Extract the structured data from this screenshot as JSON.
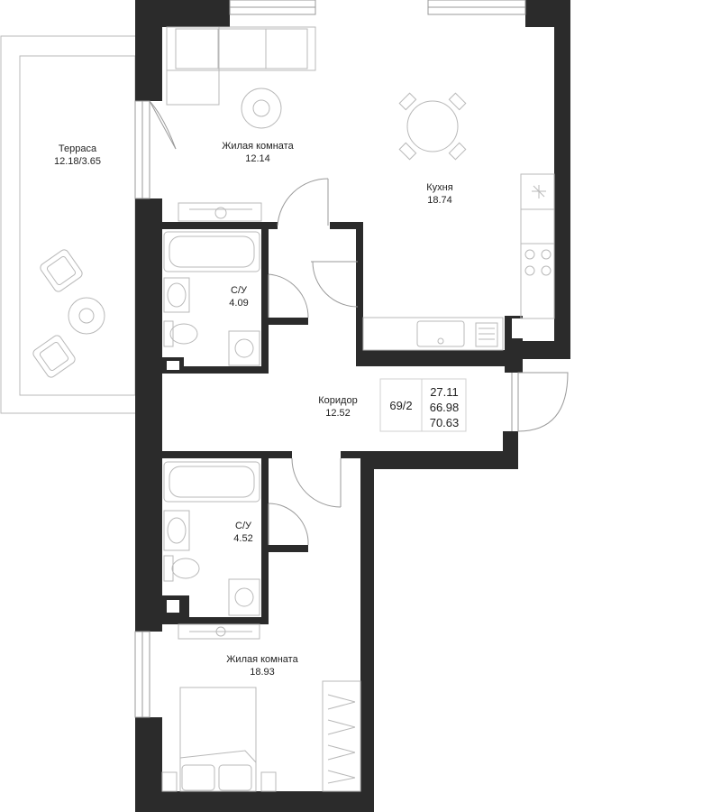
{
  "colors": {
    "wall": "#2b2b2b",
    "furniture": "#b9b9b9",
    "text": "#222222",
    "background": "#ffffff"
  },
  "rooms": {
    "terrace": {
      "name": "Терраса",
      "area": "12.18/3.65"
    },
    "living1": {
      "name": "Жилая комната",
      "area": "12.14"
    },
    "kitchen": {
      "name": "Кухня",
      "area": "18.74"
    },
    "bath1": {
      "name": "С/У",
      "area": "4.09"
    },
    "corridor": {
      "name": "Коридор",
      "area": "12.52"
    },
    "bath2": {
      "name": "С/У",
      "area": "4.52"
    },
    "living2": {
      "name": "Жилая комната",
      "area": "18.93"
    }
  },
  "apartment": {
    "number": "69/2",
    "areas": [
      "27.11",
      "66.98",
      "70.63"
    ]
  }
}
